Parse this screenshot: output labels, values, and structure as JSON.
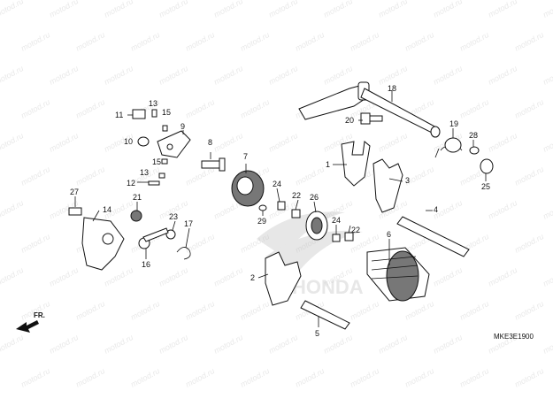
{
  "diagram": {
    "part_numbers": [
      "1",
      "2",
      "3",
      "4",
      "5",
      "6",
      "7",
      "8",
      "9",
      "11",
      "12",
      "13",
      "13b",
      "14",
      "15",
      "15b",
      "16",
      "17",
      "18",
      "19",
      "20",
      "21",
      "22",
      "22b",
      "23",
      "24",
      "24b",
      "25",
      "26",
      "27",
      "28",
      "29"
    ],
    "labels": {
      "p1": "1",
      "p2": "2",
      "p3": "3",
      "p4": "4",
      "p5": "5",
      "p6": "6",
      "p7": "7",
      "p8": "8",
      "p9": "9",
      "p11": "11",
      "p12": "12",
      "p13": "13",
      "p13b": "13",
      "p14": "14",
      "p15": "15",
      "p15b": "15",
      "p16": "16",
      "p17": "17",
      "p18": "18",
      "p19": "19",
      "p20": "20",
      "p21": "21",
      "p22": "22",
      "p22b": "22",
      "p23": "23",
      "p24": "24",
      "p24b": "24",
      "p25": "25",
      "p26": "26",
      "p27": "27",
      "p28": "28",
      "p29": "29"
    },
    "direction_label": "FR.",
    "diagram_code": "MKE3E1900",
    "watermark": "motod.ru",
    "brand_mark": "HONDA"
  }
}
